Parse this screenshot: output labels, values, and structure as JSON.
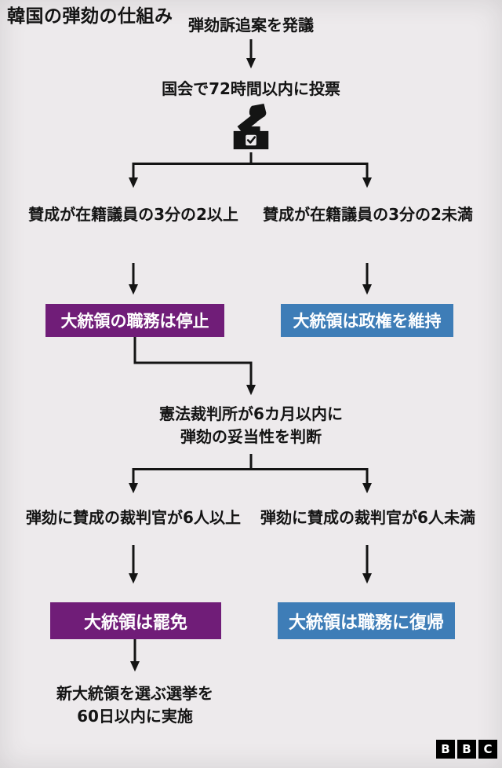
{
  "title": "韓国の弾劾の仕組み",
  "assembly_stage": {
    "step_propose": "弾劾訴追案を発議",
    "step_vote": "国会で72時間以内に投票",
    "pass_condition": "賛成が在籍議員の3分の2以上",
    "fail_condition": "賛成が在籍議員の3分の2未満",
    "pass_result": "大統領の職務は停止",
    "fail_result": "大統領は政権を維持"
  },
  "court_stage": {
    "review_line1": "憲法裁判所が6カ月以内に",
    "review_line2": "弾劾の妥当性を判断",
    "remove_condition": "弾劾に賛成の裁判官が6人以上",
    "reinstate_condition": "弾劾に賛成の裁判官が6人未満",
    "remove_result": "大統領は罷免",
    "reinstate_result": "大統領は職務に復帰",
    "election_line1": "新大統領を選ぶ選挙を",
    "election_line2": "60日以内に実施"
  },
  "branding": {
    "logo_letters": [
      "B",
      "B",
      "C"
    ]
  },
  "icons": {
    "ballot_box": "ballot-box-icon"
  },
  "colors": {
    "background": "#edeaec",
    "text": "#141414",
    "suspend_box": "#701d78",
    "retain_box": "#3e7db7",
    "box_text": "#ffffff",
    "logo_block": "#000000"
  }
}
